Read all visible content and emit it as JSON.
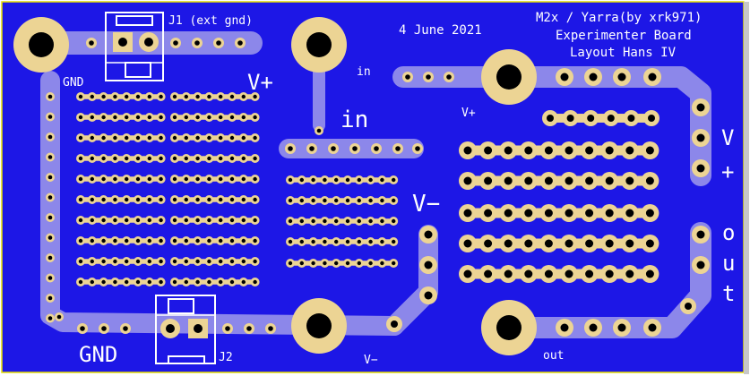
{
  "board": {
    "header_date": "4 June 2021",
    "title_line1": "M2x / Yarra(by xrk971)",
    "title_line2": "Experimenter Board",
    "title_line3": "Layout Hans IV"
  },
  "labels": {
    "j1": "J1 (ext gnd)",
    "j2": "J2",
    "gnd_top": "GND",
    "gnd_bottom": "GND",
    "vplus_big": "V+",
    "vplus_small": "V+",
    "vplus_right_v": "V",
    "vplus_right_plus": "+",
    "in_big": "in",
    "in_small": "in",
    "vminus_big": "V−",
    "vminus_small": "V−",
    "out_right": [
      "o",
      "u",
      "t"
    ],
    "out_small": "out"
  },
  "colors": {
    "board_blue": "#1d17e6",
    "trace_lavender": "#8c87ea",
    "pad_gold": "#ecd494",
    "hole_black": "#000000",
    "silk_white": "#ffffff",
    "edge_yellow": "#e8e000"
  }
}
